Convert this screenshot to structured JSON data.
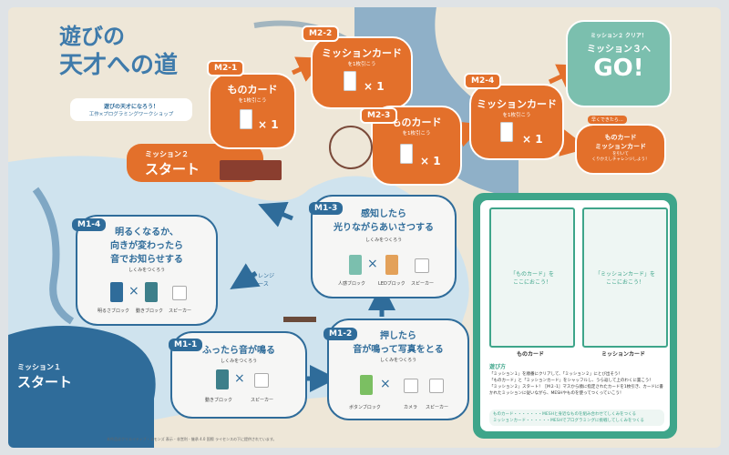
{
  "title": {
    "line1": "遊びの",
    "line2": "天才への道"
  },
  "subtitle": {
    "line1": "遊びの天才になろう！",
    "line2": "工作×プログラミングワークショップ"
  },
  "mission2_start": {
    "label": "ミッション２",
    "title": "スタート"
  },
  "m2_1": {
    "tag": "M2-1",
    "title": "ものカード",
    "sub": "を1枚引こう",
    "count": "× 1"
  },
  "m2_2": {
    "tag": "M2-2",
    "title": "ミッションカード",
    "sub": "を1枚引こう",
    "count": "× 1"
  },
  "m2_3": {
    "tag": "M2-3",
    "title": "ものカード",
    "sub": "を1枚引こう",
    "count": "× 1"
  },
  "m2_4": {
    "tag": "M2-4",
    "title": "ミッションカード",
    "sub": "を1枚引こう",
    "count": "× 1"
  },
  "m2_bonus": {
    "hint": "早くできたら…",
    "line1": "ものカード",
    "line2": "ミッションカード",
    "sub": "を引いて\nくりかえしチャレンジしよう！"
  },
  "goal": {
    "clear": "ミッション２ クリア！",
    "title": "ミッション３へ",
    "go": "GO!"
  },
  "m1_1": {
    "tag": "M1-1",
    "title": "ふったら音が鳴る",
    "sub": "しくみをつくろう",
    "parts": [
      "動きブロック",
      "スピーカー"
    ]
  },
  "m1_2": {
    "tag": "M1-2",
    "title1": "押したら",
    "title2": "音が鳴って写真をとる",
    "sub": "しくみをつくろう",
    "parts": [
      "ボタンブロック",
      "カメラ",
      "スピーカー"
    ]
  },
  "m1_3": {
    "tag": "M1-3",
    "title1": "感知したら",
    "title2": "光りながらあいさつする",
    "sub": "しくみをつくろう",
    "parts": [
      "人感ブロック",
      "LEDブロック",
      "スピーカー"
    ]
  },
  "m1_4": {
    "tag": "M1-4",
    "title1": "明るくなるか、",
    "title2": "向きが変わったら",
    "title3": "音でお知らせする",
    "sub": "しくみをつくろう",
    "parts": [
      "明るさブロック",
      "動きブロック",
      "スピーカー"
    ]
  },
  "challenge": {
    "line1": "チャレンジ",
    "line2": "コース"
  },
  "mission1_start": {
    "label": "ミッション１",
    "title": "スタート"
  },
  "card_area": {
    "left_slot": "「ものカード」を\nここにおこう！",
    "right_slot": "「ミッションカード」を\nここにおこう！",
    "left_label": "ものカード",
    "right_label": "ミッションカード",
    "howto_title": "遊び方",
    "howto": [
      "「ミッション１」を順番にクリアして、「ミッション２」にとび出そう！",
      "「ものカード」と「ミッションカード」をシャッフルし、うら返して上のわくに置こう！",
      "「ミッション２」スタート！［M２-1］マスから順に指定されたカードを1枚引き、カードに書かれたミッションに従いながら、MESHやものを使ってつくっていこう！"
    ],
    "legend1": "ものカード・・・・・・・MESHと身近なものを組み合わせてしくみをつくる",
    "legend2": "ミッションカード・・・・・・MESHでプログラミングに挑戦してしくみをつくる"
  },
  "footer": "本作品はクリエイティブ・コモンズ 表示 - 非営利 - 継承 4.0 国際 ライセンスの下に提供されています。"
}
